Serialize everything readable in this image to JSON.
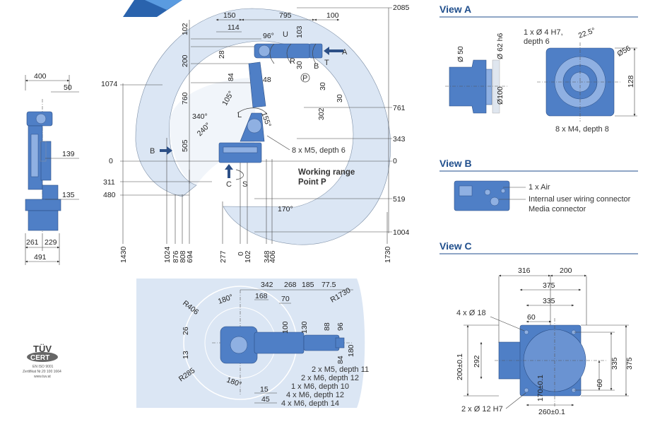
{
  "logo": {
    "brand": "TÜV",
    "sub": "CERT",
    "line1": "EN ISO 9001",
    "line2": "Zertifikat Nr.20 100 1664",
    "line3": "www.tuv.at"
  },
  "side_view": {
    "dims": [
      "400",
      "50",
      "139",
      "135",
      "261",
      "229",
      "491"
    ]
  },
  "main_view": {
    "top_dims": [
      "150",
      "795",
      "100",
      "114",
      "102",
      "200",
      "28",
      "84",
      "48",
      "760",
      "505",
      "30",
      "302",
      "30",
      "103",
      "30"
    ],
    "angles": [
      "96°",
      "105°",
      "155°",
      "340°",
      "240°",
      "170°"
    ],
    "axis_labels": {
      "U": "U",
      "R": "R",
      "B": "B",
      "T": "T",
      "A": "A",
      "P": "P",
      "L": "L",
      "C": "C",
      "S": "S",
      "Barrow": "B"
    },
    "left_vals": [
      "1074",
      "0",
      "311",
      "480"
    ],
    "right_vals": [
      "2085",
      "761",
      "343",
      "0",
      "519",
      "1004"
    ],
    "bottom_vals": [
      "1430",
      "1024",
      "876",
      "808",
      "694",
      "277",
      "0",
      "102",
      "348",
      "406",
      "1730"
    ],
    "holes": "8 x M5, depth 6",
    "working_range_1": "Working range",
    "working_range_2": "Point P"
  },
  "top_view": {
    "dims": [
      "342",
      "268",
      "185",
      "77.5",
      "168",
      "70",
      "R406",
      "180°",
      "R1730",
      "26",
      "13",
      "100",
      "130",
      "88",
      "96",
      "84",
      "180",
      "R285",
      "180°",
      "15",
      "45"
    ],
    "notes": [
      "2 x M5, depth 11",
      "2 x M6, depth 12",
      "1 x M6, depth 10",
      "4 x M6, depth 12",
      "4 x M6, depth 14"
    ]
  },
  "view_a": {
    "title": "View A",
    "dims": [
      "Ø 50",
      "Ø 62 h6",
      "Ø100",
      "22.5°",
      "Ø56",
      "128"
    ],
    "note1": "1 x Ø 4 H7,",
    "note2": "depth 6",
    "note3": "8 x M4, depth 8"
  },
  "view_b": {
    "title": "View B",
    "labels": [
      "1 x Air",
      "Internal user wiring connector",
      "Media connector"
    ]
  },
  "view_c": {
    "title": "View C",
    "dims": [
      "316",
      "200",
      "375",
      "335",
      "60",
      "4 x Ø 18",
      "200±0.1",
      "292",
      "170±0.1",
      "60",
      "335",
      "375",
      "2 x Ø 12 H7",
      "260±0.1"
    ]
  }
}
